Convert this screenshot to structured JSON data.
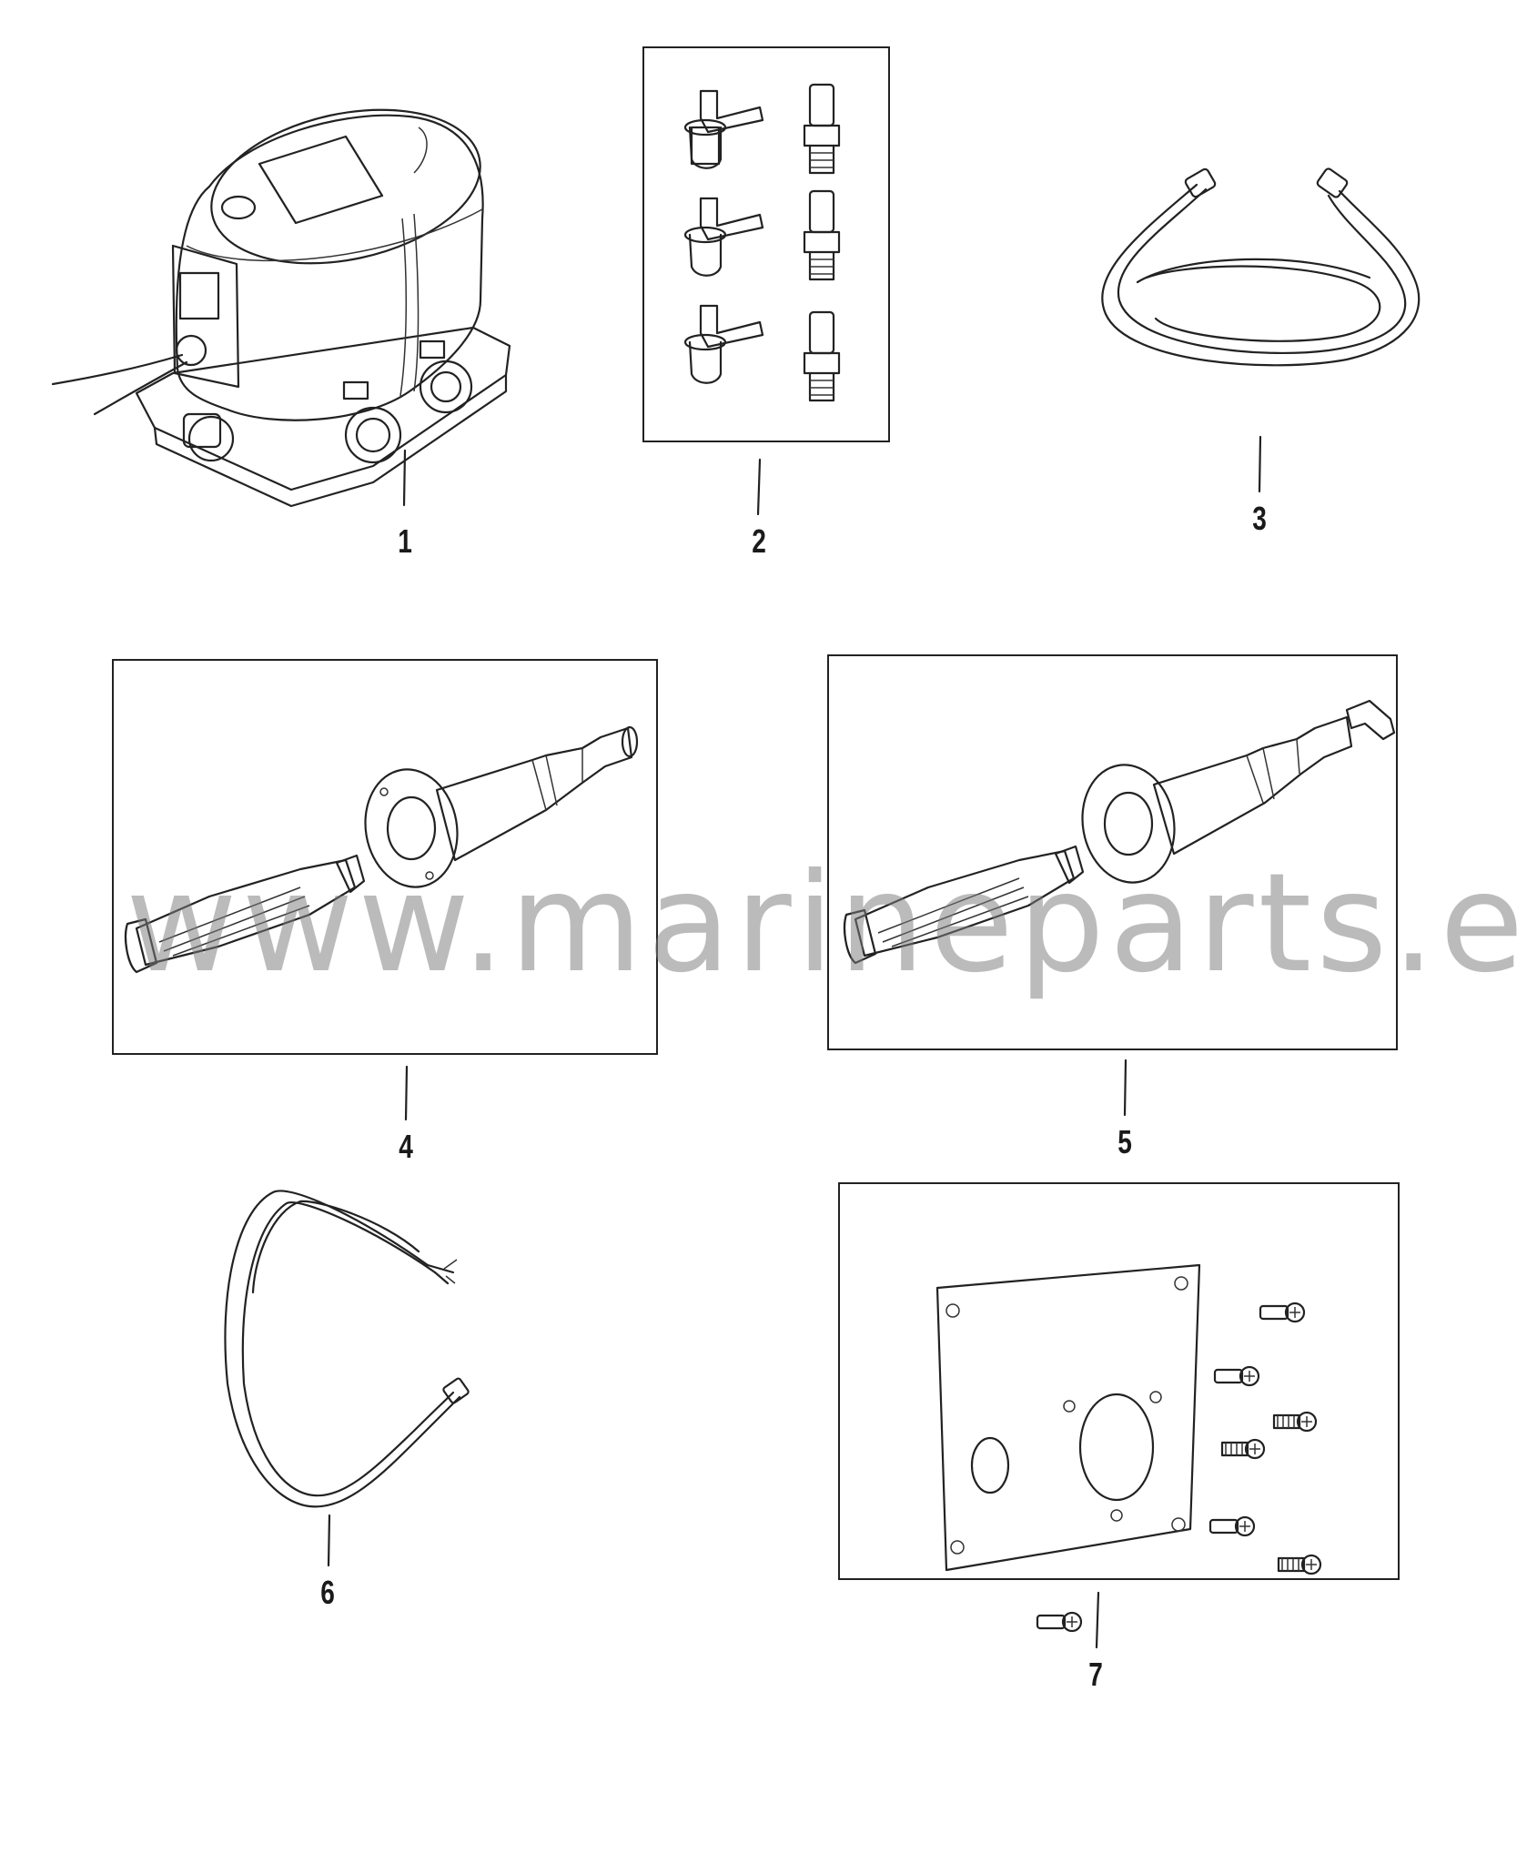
{
  "watermark": "www.marineparts.eu",
  "callouts": [
    {
      "id": "1",
      "label": "1"
    },
    {
      "id": "2",
      "label": "2"
    },
    {
      "id": "3",
      "label": "3"
    },
    {
      "id": "4",
      "label": "4"
    },
    {
      "id": "5",
      "label": "5"
    },
    {
      "id": "6",
      "label": "6"
    },
    {
      "id": "7",
      "label": "7"
    }
  ],
  "colors": {
    "line": "#222222",
    "watermark": "#7d7d7d",
    "background": "#ffffff"
  }
}
